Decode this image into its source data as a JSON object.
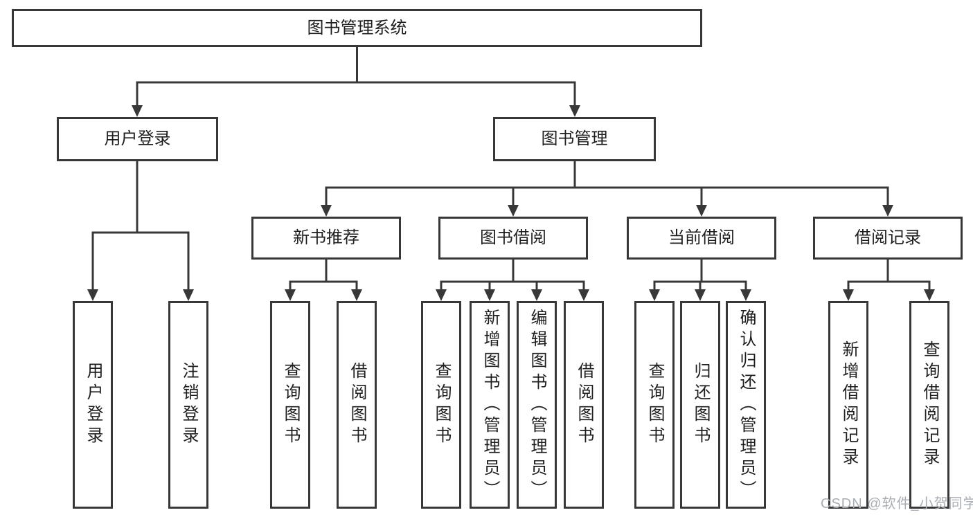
{
  "colors": {
    "line": "#383838",
    "box_border": "#383838",
    "text": "#1e1e1e",
    "background": "#ffffff",
    "watermark": "#a8aeb3"
  },
  "watermark": {
    "text": "CSDN @软件_小贺同学"
  },
  "diagram": {
    "type": "hierarchy-tree",
    "root": {
      "label": "图书管理系统",
      "children": [
        {
          "label": "用户登录",
          "children": [
            {
              "label": "用户登录"
            },
            {
              "label": "注销登录"
            }
          ]
        },
        {
          "label": "图书管理",
          "children": [
            {
              "label": "新书推荐",
              "children": [
                {
                  "label": "查询图书"
                },
                {
                  "label": "借阅图书"
                }
              ]
            },
            {
              "label": "图书借阅",
              "children": [
                {
                  "label": "查询图书"
                },
                {
                  "label": "新增图书（管理员）"
                },
                {
                  "label": "编辑图书（管理员）"
                },
                {
                  "label": "借阅图书"
                }
              ]
            },
            {
              "label": "当前借阅",
              "children": [
                {
                  "label": "查询图书"
                },
                {
                  "label": "归还图书"
                },
                {
                  "label": "确认归还（管理员）"
                }
              ]
            },
            {
              "label": "借阅记录",
              "children": [
                {
                  "label": "新增借阅记录"
                },
                {
                  "label": "查询借阅记录"
                }
              ]
            }
          ]
        }
      ]
    }
  }
}
